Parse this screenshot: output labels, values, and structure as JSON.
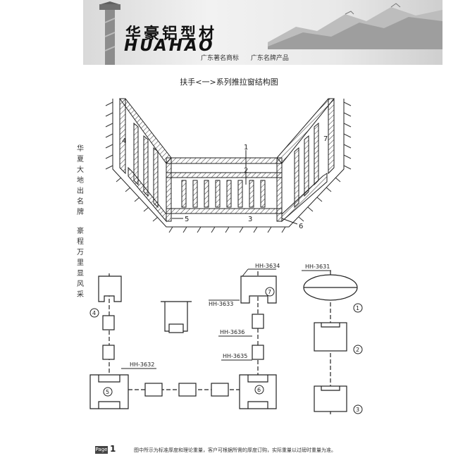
{
  "header": {
    "brand_cn": "华豪铝型材",
    "brand_en": "HUAHAO",
    "tagline": "广东著名商标 广东名牌产品"
  },
  "title": "扶手<一>系列推拉窗结构图",
  "vertical_text": [
    "华",
    "夏",
    "大",
    "地",
    "出",
    "名",
    "牌",
    "",
    "豪",
    "程",
    "万",
    "里",
    "显",
    "风",
    "采"
  ],
  "diagram_numbers": {
    "n1": "1",
    "n2": "2",
    "n3": "3",
    "n4": "4",
    "n5": "5",
    "n6": "6",
    "n7": "7"
  },
  "profiles": {
    "p3634": "HH-3634",
    "p3631": "HH-3631",
    "p3633": "HH-3633",
    "p3636": "HH-3636",
    "p3635": "HH-3635",
    "p3632": "HH-3632"
  },
  "circle_labels": {
    "c4": "4",
    "c7": "7",
    "c1": "1",
    "c2": "2",
    "c5": "5",
    "c6": "6",
    "c3": "3"
  },
  "footer": {
    "badge": "Page",
    "page_number": "1",
    "note": "图中所示为标准厚度和理论重量，客户可根据所需的厚度订购，实际重量以过磅时重量为准。"
  }
}
